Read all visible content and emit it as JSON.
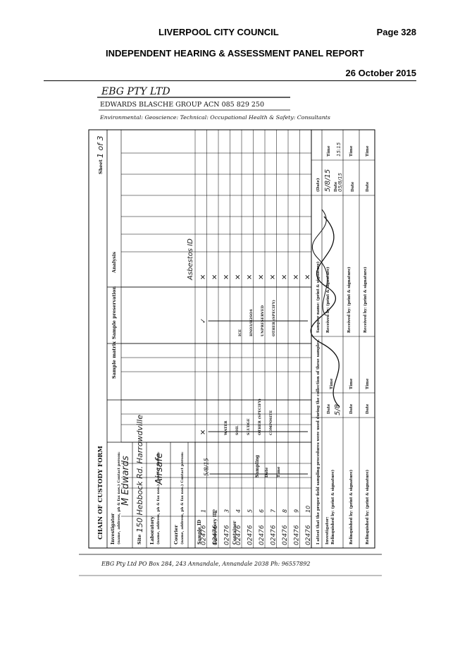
{
  "header": {
    "council": "LIVERPOOL CITY COUNCIL",
    "page": "Page 328",
    "panel": "INDEPENDENT HEARING & ASSESSMENT PANEL REPORT",
    "date": "26 October 2015"
  },
  "form": {
    "logo_text": "EBG PTY LTD",
    "company": "EDWARDS BLASCHE GROUP ACN 085 829 250",
    "tagline": "Environmental: Geoscience: Technical: Occupational Health & Safety: Consultants",
    "title": "CHAIN OF CUSTODY FORM",
    "sheet_label": "Sheet",
    "sheet_value": "1 of 3",
    "investigator_label": "Investigator",
    "investigator_sub": "(name, address, ph & fax nos.) Contact person:",
    "investigator_value": "M Edwards",
    "site_label": "Site",
    "site_value": "150 Hebbock Rd. Harrowdville",
    "laboratory_label": "Laboratory",
    "laboratory_sub": "(name, address, ph & fax nos.) Contact person:",
    "laboratory_value": "Airsafe",
    "courier_label": "Courier",
    "courier_sub": "(name, address, ph & fax nos.) Contact person:",
    "col_sample_id": "Sample ID",
    "col_lab_id": "Laboratory ID",
    "col_container": "Container",
    "col_sampling": "Sampling",
    "col_date": "Date",
    "col_time": "Time",
    "col_sample_matrix": "Sample matrix",
    "col_sample_preservation": "Sample preservation",
    "col_analysis": "Analysis",
    "matrix_cols": [
      "WATER",
      "SOIL",
      "SLUDGE",
      "OTHER (SPECIFY)",
      "COMPOSITE"
    ],
    "preservation_cols": [
      "ICE",
      "HNO3/H2SO4",
      "UNPRESERVED",
      "OTHER (SPECIFY)"
    ],
    "analysis_value": "Asbestos ID",
    "sampling_date": "5/8/15",
    "samples": [
      {
        "id": "02476",
        "lab": "1"
      },
      {
        "id": "02476",
        "lab": "2"
      },
      {
        "id": "02476",
        "lab": "3"
      },
      {
        "id": "02476",
        "lab": "4"
      },
      {
        "id": "02476",
        "lab": "5"
      },
      {
        "id": "02476",
        "lab": "6"
      },
      {
        "id": "02476",
        "lab": "7"
      },
      {
        "id": "02476",
        "lab": "8"
      },
      {
        "id": "02476",
        "lab": "9"
      },
      {
        "id": "02476",
        "lab": "10"
      }
    ],
    "attest": "I attest that the proper field sampling procedures were used during the collection of these samples.",
    "investigator_sign": "Investigator:",
    "sampler_name": "Sampler name: (print & signature)",
    "sampler_date_label": "(Date)",
    "sampler_date": "5/8/15",
    "relinquished_1": "Relinquished by: (print & signature)",
    "relinquished_2": "Relinquished by: (print & signature)",
    "relinquished_3": "Relinquished by: (print & signature)",
    "received_1": "Received by: (print & signature)",
    "received_2": "Received by: (print & signature)",
    "received_3": "Received by: (print & signature)",
    "date_label": "Date",
    "time_label": "Time",
    "received_date": "05/8/15",
    "received_time": "15:15",
    "relinq_date": "5/8",
    "footer": "EBG Pty Ltd  PO Box 284, 243 Annandale, Annandale 2038  Ph: 96557892"
  }
}
